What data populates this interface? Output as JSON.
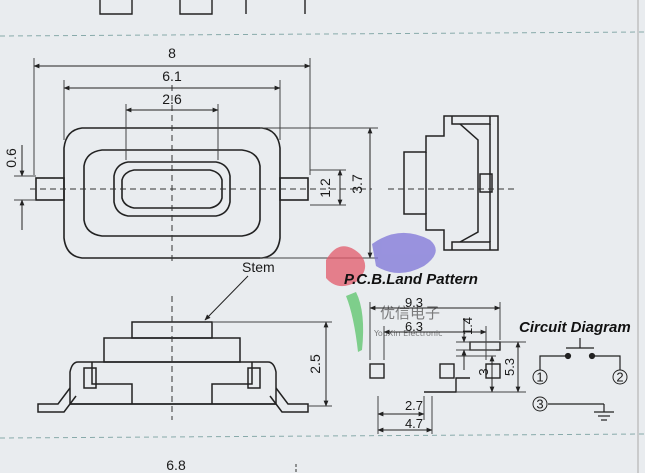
{
  "dims": {
    "top_width": "8",
    "mid_width": "6.1",
    "inner_width": "2.6",
    "left_height": "0.6",
    "stem_height": "1.2",
    "body_height": "3.7",
    "stem_label": "Stem",
    "side_height": "2.5",
    "bottom_partial": "6.8"
  },
  "pcb": {
    "title": "P.C.B.Land Pattern",
    "w_total": "9.3",
    "w_inner": "6.3",
    "h_pad": "1.4",
    "h_mid": "3",
    "h_total": "5.3",
    "w_a": "2.7",
    "w_b": "4.7"
  },
  "circuit": {
    "title": "Circuit Diagram",
    "pin1": "1",
    "pin2": "2",
    "pin3": "3"
  },
  "watermark": {
    "cn": "优信电子",
    "en": "YouXin Electronic"
  }
}
